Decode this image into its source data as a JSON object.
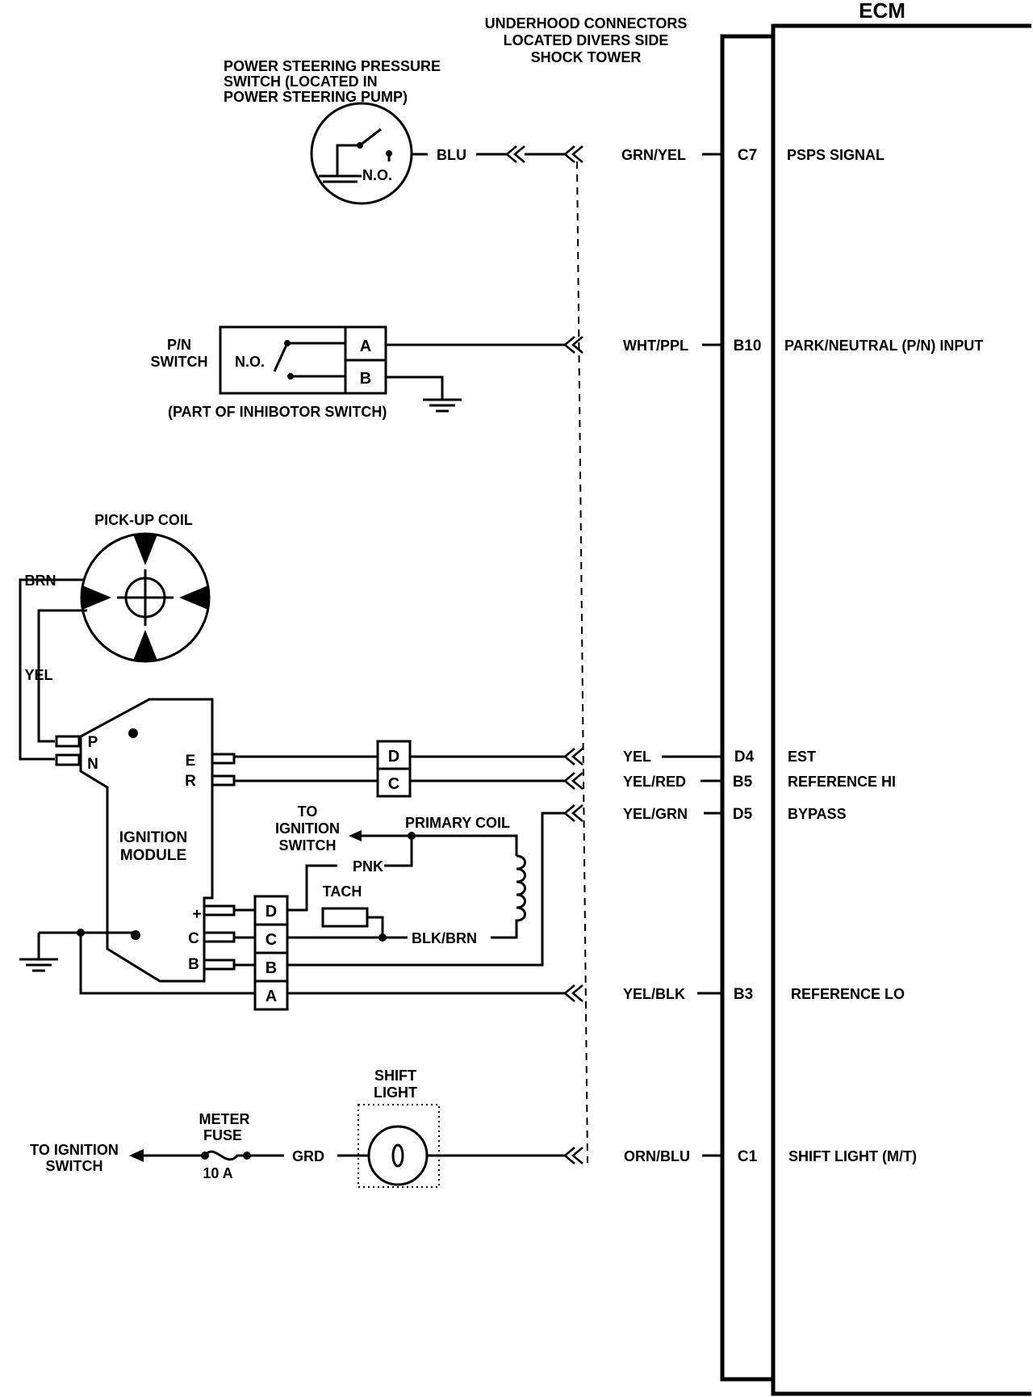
{
  "header": {
    "underhood_line1": "UNDERHOOD CONNECTORS",
    "underhood_line2": "LOCATED DIVERS SIDE",
    "underhood_line3": "SHOCK TOWER",
    "ecm": "ECM"
  },
  "psps": {
    "title1": "POWER STEERING PRESSURE",
    "title2": "SWITCH (LOCATED IN",
    "title3": "POWER STEERING PUMP)",
    "no": "N.O.",
    "wire_left": "BLU",
    "wire_right": "GRN/YEL",
    "pin": "C7",
    "signal": "PSPS SIGNAL"
  },
  "pn": {
    "label1": "P/N",
    "label2": "SWITCH",
    "no": "N.O.",
    "term_a": "A",
    "term_b": "B",
    "note": "(PART OF INHIBOTOR SWITCH)",
    "wire": "WHT/PPL",
    "pin": "B10",
    "signal": "PARK/NEUTRAL (P/N) INPUT"
  },
  "pickup": {
    "title": "PICK-UP COIL",
    "wire_brn": "BRN",
    "wire_yel": "YEL"
  },
  "module": {
    "line1": "IGNITION",
    "line2": "MODULE",
    "p": "P",
    "n": "N",
    "e": "E",
    "r": "R",
    "plus": "+",
    "c": "C",
    "b": "B"
  },
  "connector_est": {
    "d": "D",
    "c": "C"
  },
  "connector_coil": {
    "d": "D",
    "c": "C",
    "b": "B",
    "a": "A"
  },
  "coil": {
    "to1": "TO",
    "to2": "IGNITION",
    "to3": "SWITCH",
    "primary": "PRIMARY COIL",
    "pnk": "PNK",
    "tach": "TACH",
    "blkbrn": "BLK/BRN"
  },
  "ecm_pins": [
    {
      "wire": "YEL",
      "pin": "D4",
      "signal": "EST"
    },
    {
      "wire": "YEL/RED",
      "pin": "B5",
      "signal": "REFERENCE HI"
    },
    {
      "wire": "YEL/GRN",
      "pin": "D5",
      "signal": "BYPASS"
    },
    {
      "wire": "YEL/BLK",
      "pin": "B3",
      "signal": "REFERENCE LO"
    },
    {
      "wire": "ORN/BLU",
      "pin": "C1",
      "signal": "SHIFT LIGHT (M/T)"
    }
  ],
  "shift": {
    "title1": "SHIFT",
    "title2": "LIGHT",
    "to1": "TO IGNITION",
    "to2": "SWITCH",
    "fuse1": "METER",
    "fuse2": "FUSE",
    "fuse_rating": "10 A",
    "wire": "GRD"
  }
}
